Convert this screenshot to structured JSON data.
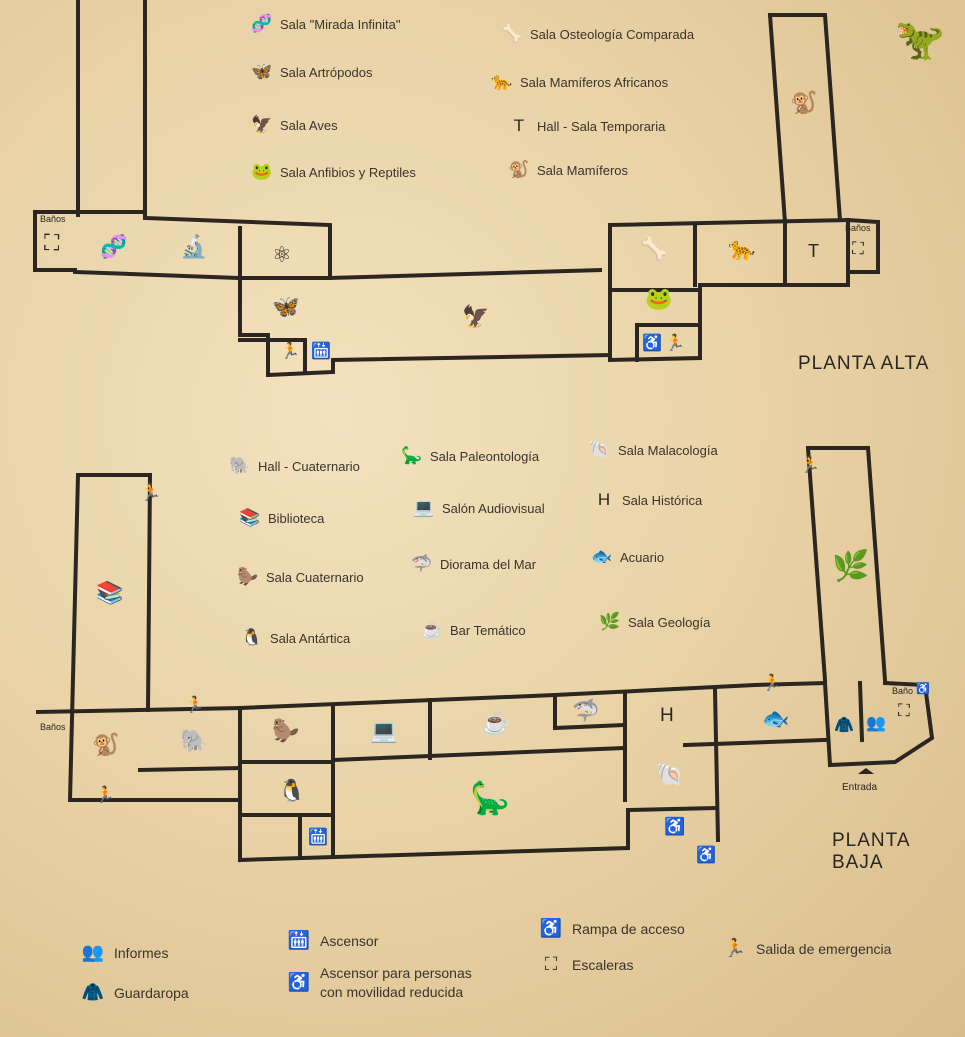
{
  "upper_floor": {
    "title": "PLANTA ALTA",
    "legend": [
      {
        "icon": "🧬",
        "label": "Sala \"Mirada Infinita\""
      },
      {
        "icon": "🦋",
        "label": "Sala Artrópodos"
      },
      {
        "icon": "🦅",
        "label": "Sala Aves"
      },
      {
        "icon": "🐸",
        "label": "Sala Anfibios y Reptiles"
      },
      {
        "icon": "🦴",
        "label": "Sala Osteología Comparada"
      },
      {
        "icon": "🐆",
        "label": "Sala Mamíferos Africanos"
      },
      {
        "icon": "T",
        "label": "Hall - Sala Temporaria"
      },
      {
        "icon": "🐒",
        "label": "Sala Mamíferos"
      }
    ],
    "bathroom_left": "Baños",
    "bathroom_right": "Baños",
    "temporary_hall_mark": "T"
  },
  "lower_floor": {
    "title": "PLANTA BAJA",
    "legend": [
      {
        "icon": "🐘",
        "label": "Hall - Cuaternario"
      },
      {
        "icon": "📚",
        "label": "Biblioteca"
      },
      {
        "icon": "🦫",
        "label": "Sala Cuaternario"
      },
      {
        "icon": "🐧",
        "label": "Sala Antártica"
      },
      {
        "icon": "🦕",
        "label": "Sala Paleontología"
      },
      {
        "icon": "💻",
        "label": "Salón Audiovisual"
      },
      {
        "icon": "🦈",
        "label": "Diorama del Mar"
      },
      {
        "icon": "☕",
        "label": "Bar Temático"
      },
      {
        "icon": "🐚",
        "label": "Sala Malacología"
      },
      {
        "icon": "H",
        "label": "Sala Histórica"
      },
      {
        "icon": "🐟",
        "label": "Acuario"
      },
      {
        "icon": "🌿",
        "label": "Sala Geología"
      }
    ],
    "bathroom_left": "Baños",
    "bathroom_right": "Baño",
    "historic_mark": "H",
    "entrance": "Entrada"
  },
  "general_legend": [
    {
      "icon": "👥",
      "label": "Informes"
    },
    {
      "icon": "🧥",
      "label": "Guardaropa"
    },
    {
      "icon": "🛗",
      "label": "Ascensor"
    },
    {
      "icon": "♿",
      "label": "Ascensor para personas con movilidad reducida"
    },
    {
      "icon": "♿",
      "label": "Rampa de acceso"
    },
    {
      "icon": "⛶",
      "label": "Escaleras"
    },
    {
      "icon": "🏃",
      "label": "Salida de emergencia"
    }
  ]
}
